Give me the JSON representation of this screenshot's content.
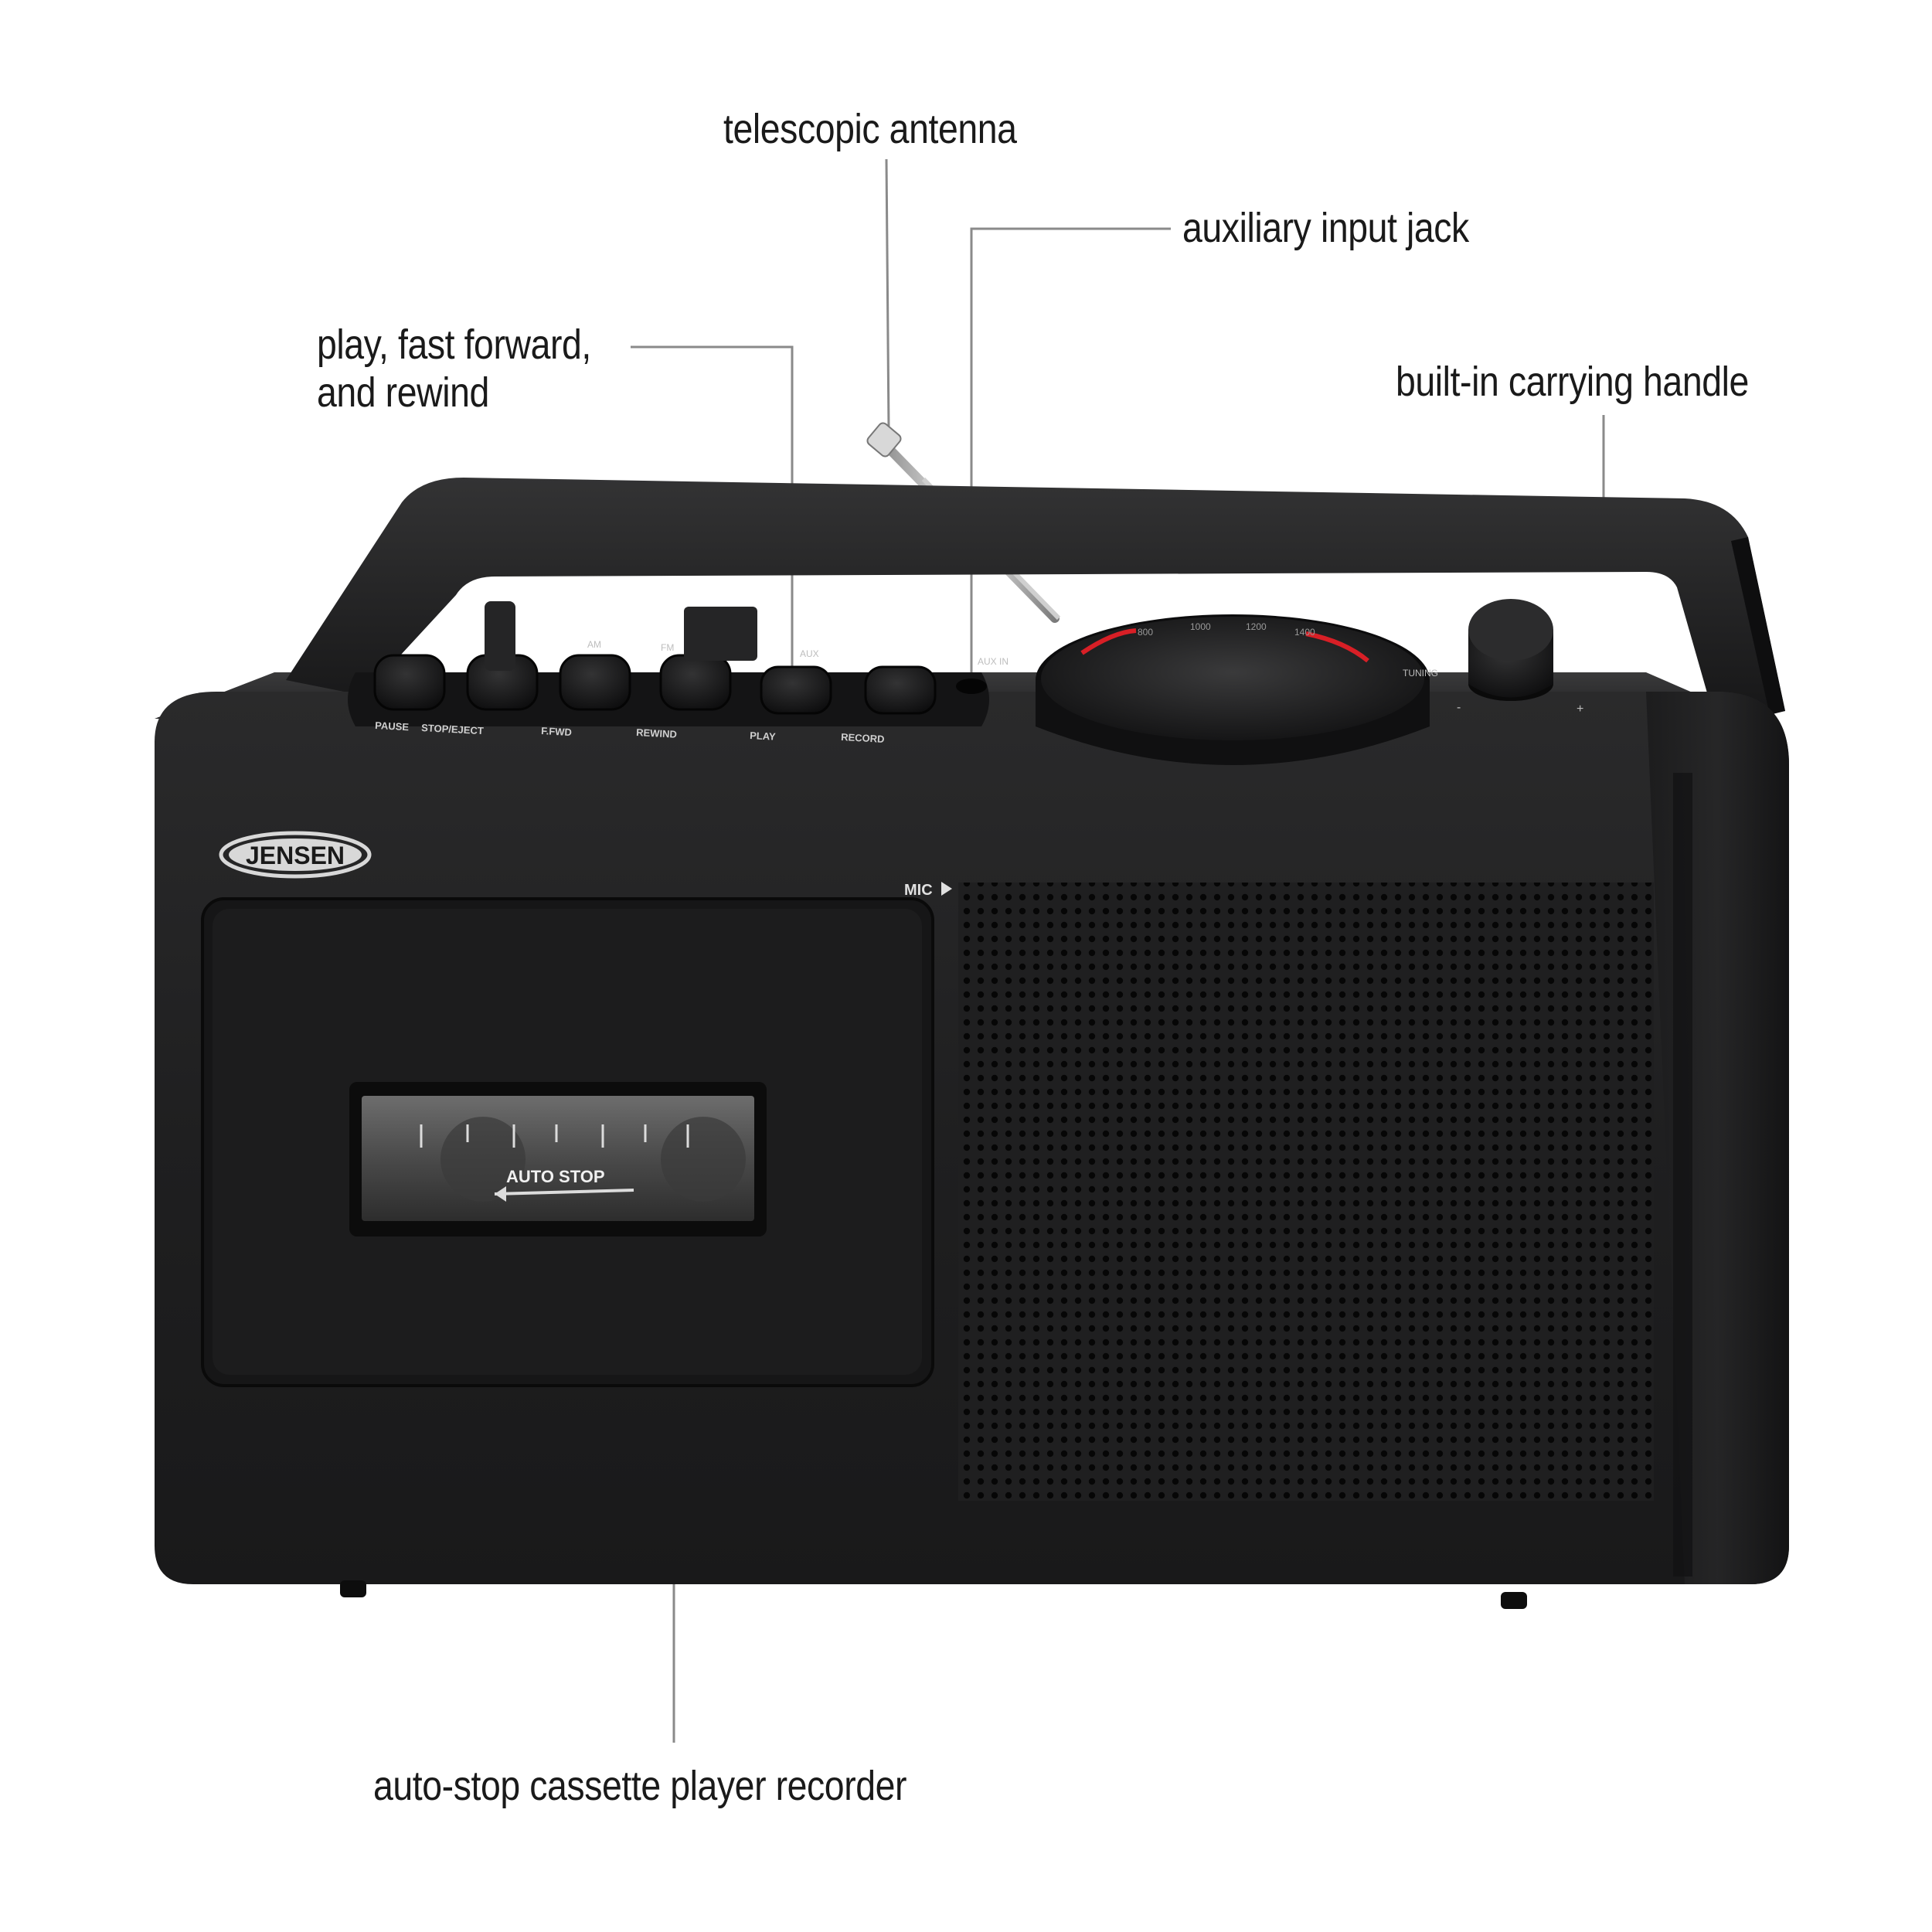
{
  "callouts": {
    "antenna": "telescopic antenna",
    "aux": "auxiliary input jack",
    "play_line1": "play, fast forward,",
    "play_line2": "and rewind",
    "handle": "built-in carrying handle",
    "cassette": "auto-stop cassette player recorder"
  },
  "device": {
    "brand": "JENSEN",
    "mic_label": "MIC",
    "cassette_window_text": "AUTO STOP",
    "buttons": [
      "PAUSE",
      "STOP/EJECT",
      "F.FWD",
      "REWIND",
      "PLAY",
      "RECORD"
    ],
    "top_labels": {
      "band_am": "AM",
      "band_fm": "FM",
      "function_aux": "AUX",
      "aux_in": "AUX IN",
      "tuning": "TUNING",
      "vol_minus": "-",
      "vol_plus": "+"
    },
    "dial_scale": [
      "800",
      "1000",
      "1200",
      "1400"
    ],
    "colors": {
      "body": "#1e1e1f",
      "panel": "#161617",
      "dial_accent": "#d81f26"
    }
  }
}
